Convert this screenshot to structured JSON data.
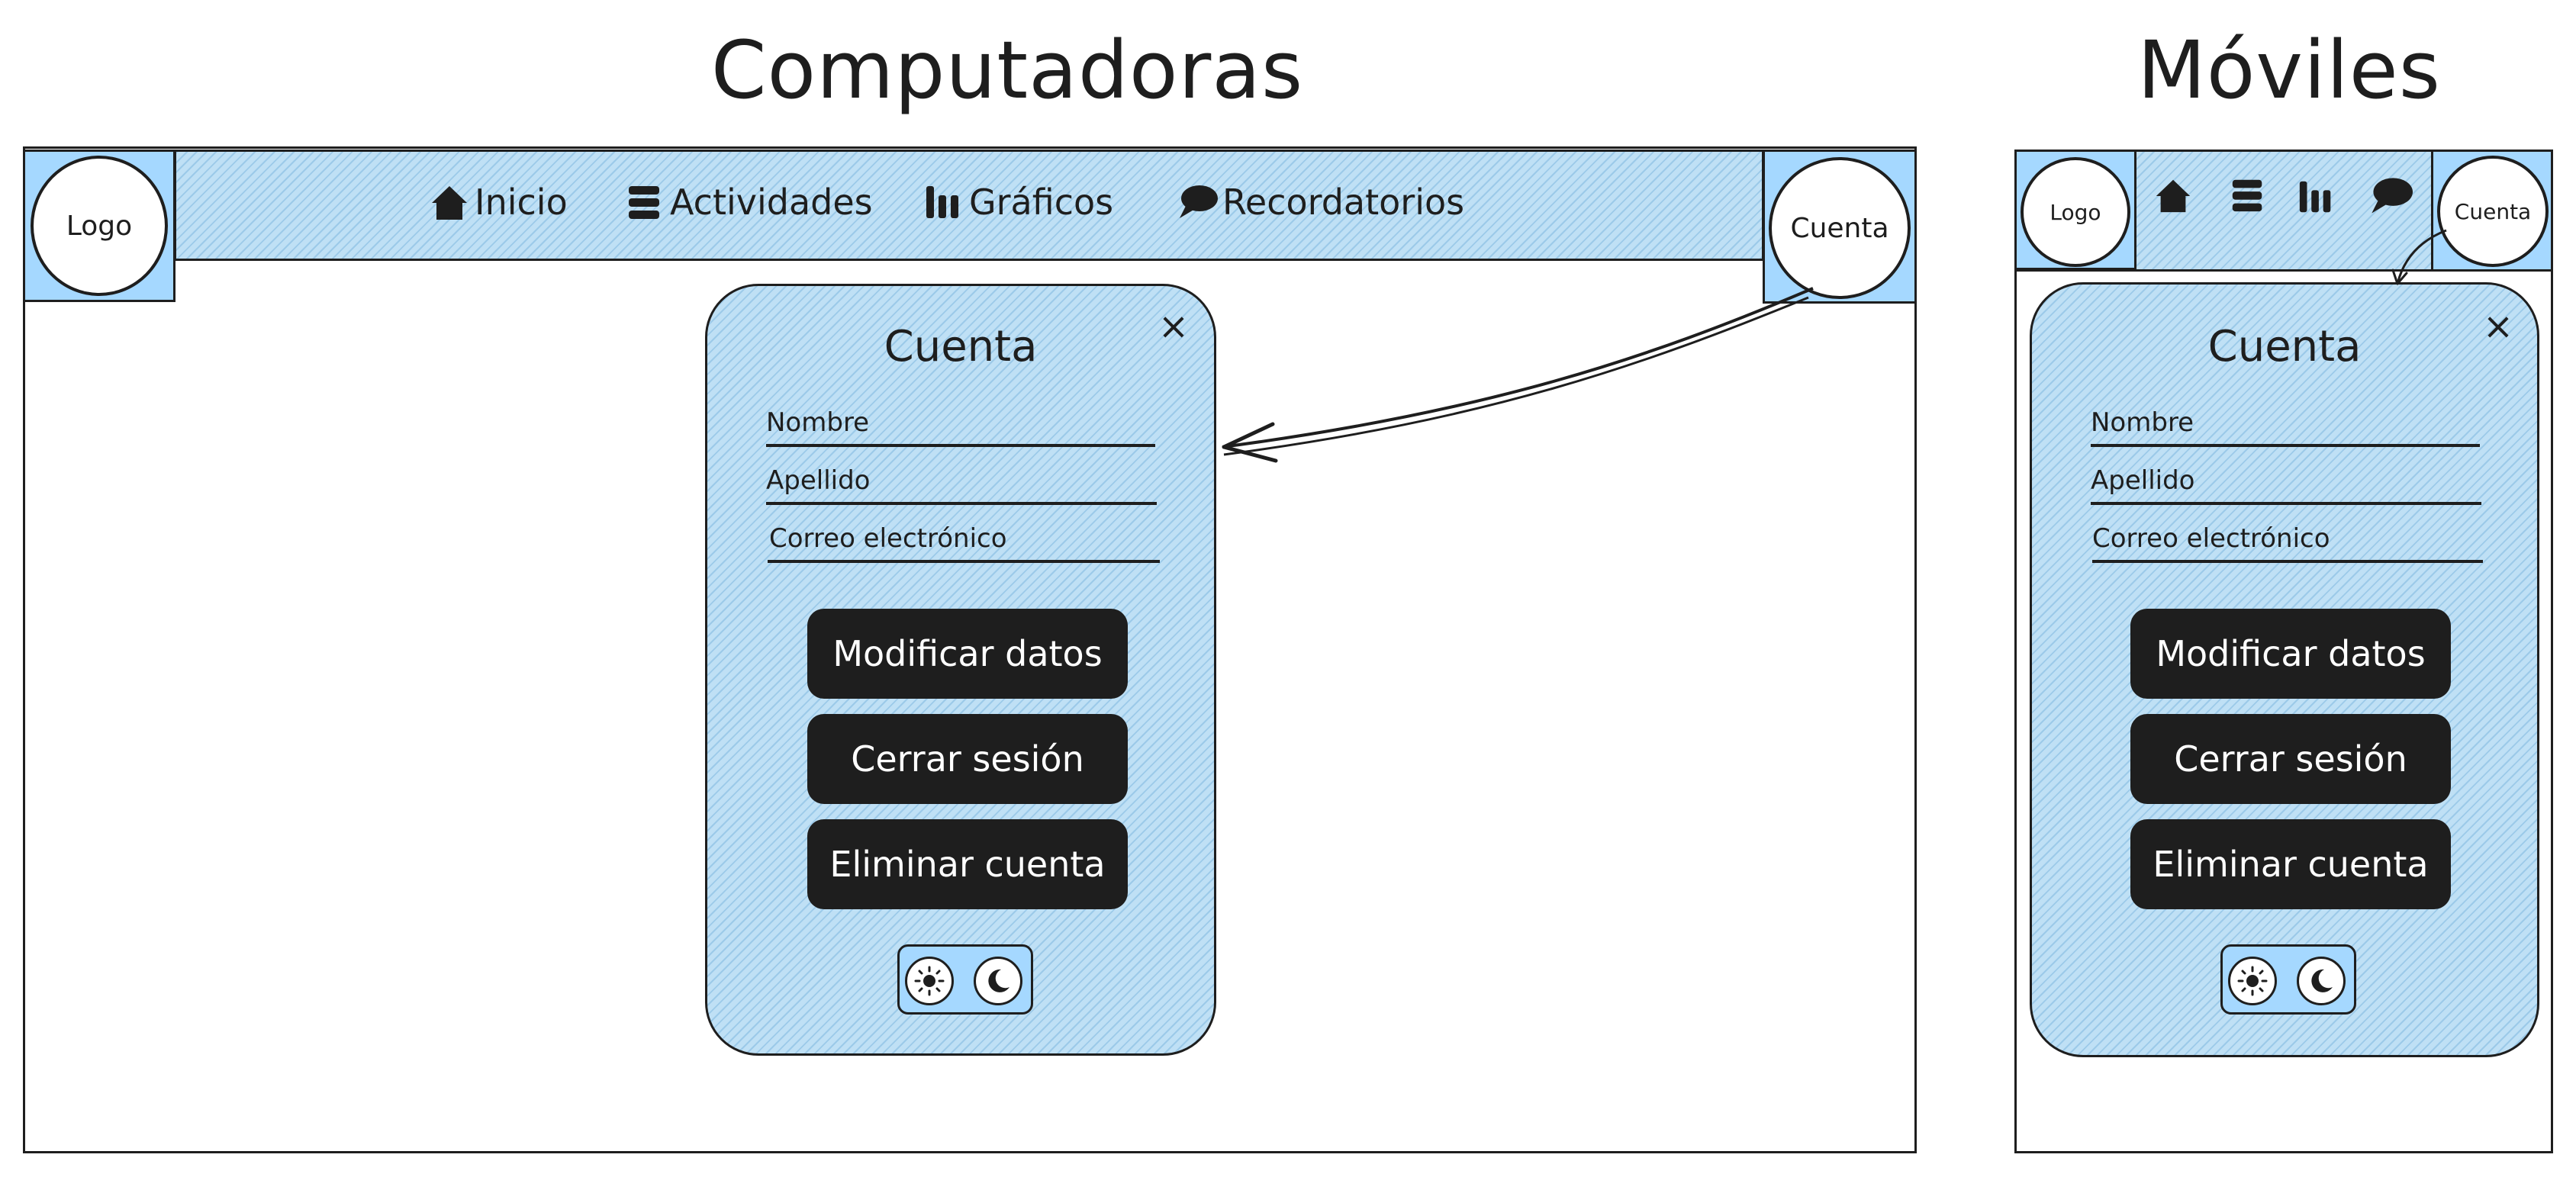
{
  "desktop": {
    "section_title": "Computadoras",
    "logo": "Logo",
    "account": "Cuenta",
    "nav": [
      {
        "label": "Inicio",
        "icon": "home-icon"
      },
      {
        "label": "Actividades",
        "icon": "list-icon"
      },
      {
        "label": "Gráficos",
        "icon": "bar-chart-icon"
      },
      {
        "label": "Recordatorios",
        "icon": "speech-bubble-icon"
      }
    ],
    "panel": {
      "title": "Cuenta",
      "close": "×",
      "fields": [
        "Nombre",
        "Apellido",
        "Correo electrónico"
      ],
      "buttons": [
        "Modificar datos",
        "Cerrar sesión",
        "Eliminar cuenta"
      ],
      "theme_toggle": [
        "sun-icon",
        "moon-icon"
      ]
    }
  },
  "mobile": {
    "section_title": "Móviles",
    "logo": "Logo",
    "account": "Cuenta",
    "nav_icons": [
      "home-icon",
      "list-icon",
      "bar-chart-icon",
      "speech-bubble-icon"
    ],
    "panel": {
      "title": "Cuenta",
      "close": "×",
      "fields": [
        "Nombre",
        "Apellido",
        "Correo electrónico"
      ],
      "buttons": [
        "Modificar datos",
        "Cerrar sesión",
        "Eliminar cuenta"
      ],
      "theme_toggle": [
        "sun-icon",
        "moon-icon"
      ]
    }
  },
  "colors": {
    "accent_blue": "#a5d8ff",
    "stroke": "#1e1e1e",
    "button_bg": "#1e1e1e",
    "button_text": "#ffffff"
  }
}
